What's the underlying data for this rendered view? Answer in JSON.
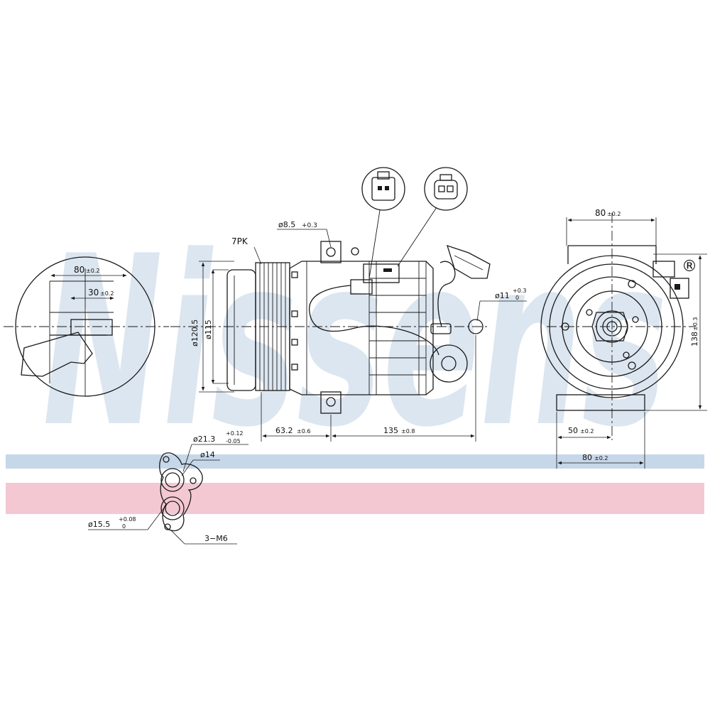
{
  "watermark": {
    "brand": "Nissens",
    "mark": "®",
    "band_blue": "#c7d7ea",
    "band_pink": "#f4c8d2",
    "text_color": "#c9d8e8"
  },
  "detail_view": {
    "dim_outer": "80",
    "dim_outer_tol": "±0.2",
    "dim_inner": "30",
    "dim_inner_tol": "±0.2"
  },
  "side_view": {
    "belt": "7PK",
    "dia_pulley": "ø120.5",
    "dia_hub": "ø115",
    "hole_small": "ø8.5",
    "hole_small_tol": "+0.3",
    "hole_mount": "ø11",
    "hole_mount_tol_up": "+0.3",
    "hole_mount_tol_low": "0",
    "len_front": "63.2",
    "len_front_tol": "±0.6",
    "len_body": "135",
    "len_body_tol": "±0.8"
  },
  "front_view": {
    "width_top": "80",
    "width_top_tol": "±0.2",
    "height": "138",
    "height_tol": "±0.3",
    "offset_bottom": "50",
    "offset_bottom_tol": "±0.2",
    "width_bottom": "80",
    "width_bottom_tol": "±0.2"
  },
  "port_flange": {
    "dia_port_a": "ø21.3",
    "dia_port_a_tol_up": "+0.12",
    "dia_port_a_tol_low": "-0.05",
    "dia_port_b": "ø14",
    "dia_port_c": "ø15.5",
    "dia_port_c_tol_up": "+0.08",
    "dia_port_c_tol_low": "0",
    "threads": "3−M6"
  }
}
